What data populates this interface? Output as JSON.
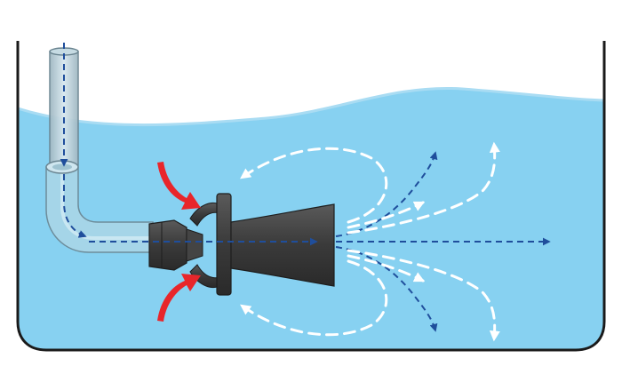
{
  "diagram": {
    "subject": "tank-mixing-eductor",
    "components": [
      {
        "name": "tank",
        "icon": "tank-outline"
      },
      {
        "name": "liquid",
        "icon": "water-fill"
      },
      {
        "name": "inlet-pipe",
        "icon": "elbow-pipe"
      },
      {
        "name": "nozzle",
        "icon": "eductor-nozzle"
      },
      {
        "name": "motive-flow",
        "icon": "dashed-blue-arrow"
      },
      {
        "name": "entrained-flow",
        "icon": "red-curved-arrow"
      },
      {
        "name": "recirculation-flow",
        "icon": "dashed-white-arrow"
      }
    ],
    "colors": {
      "water": "#87d1f1",
      "water_light": "#bfe6f8",
      "tank_outline": "#1a1a1a",
      "pipe": "#a9d6e8",
      "nozzle": "#3b3b3b",
      "motive_arrow": "#1f4e9c",
      "entrained_arrow": "#e8262b",
      "recirc_arrow": "#ffffff"
    }
  }
}
